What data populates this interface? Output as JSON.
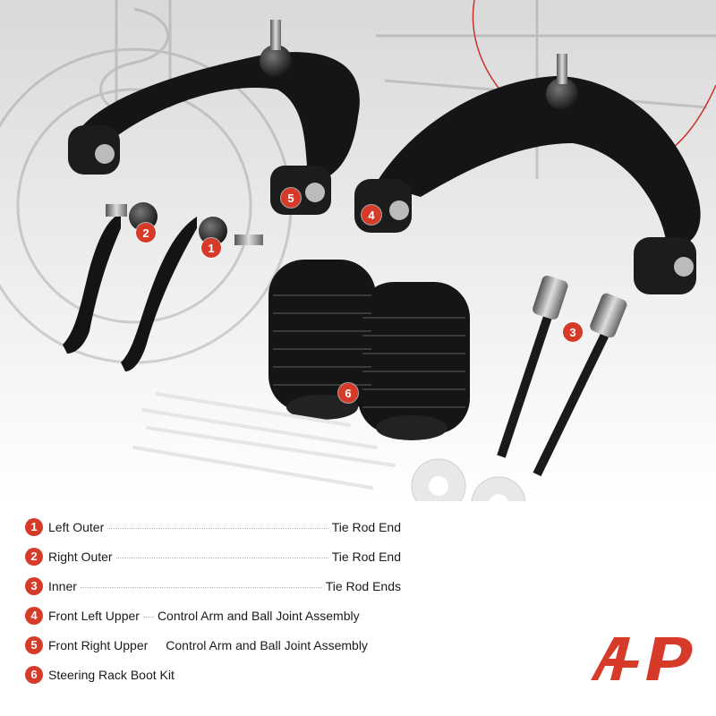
{
  "brand": {
    "accent": "#d63b2a",
    "logo_label": "A-Premium logo"
  },
  "markers": [
    {
      "num": "1"
    },
    {
      "num": "2"
    },
    {
      "num": "3"
    },
    {
      "num": "4"
    },
    {
      "num": "5"
    },
    {
      "num": "6"
    }
  ],
  "legend": [
    {
      "num": "1",
      "left": "Left Outer",
      "right": "Tie Rod End"
    },
    {
      "num": "2",
      "left": "Right Outer",
      "right": "Tie Rod End"
    },
    {
      "num": "3",
      "left": "Inner",
      "right": "Tie Rod Ends"
    },
    {
      "num": "4",
      "left": "Front Left Upper",
      "right": "Control Arm and Ball Joint Assembly"
    },
    {
      "num": "5",
      "left": "Front Right Upper",
      "right": "Control Arm and Ball Joint Assembly"
    },
    {
      "num": "6",
      "left": "Steering Rack Boot Kit",
      "right": ""
    }
  ]
}
